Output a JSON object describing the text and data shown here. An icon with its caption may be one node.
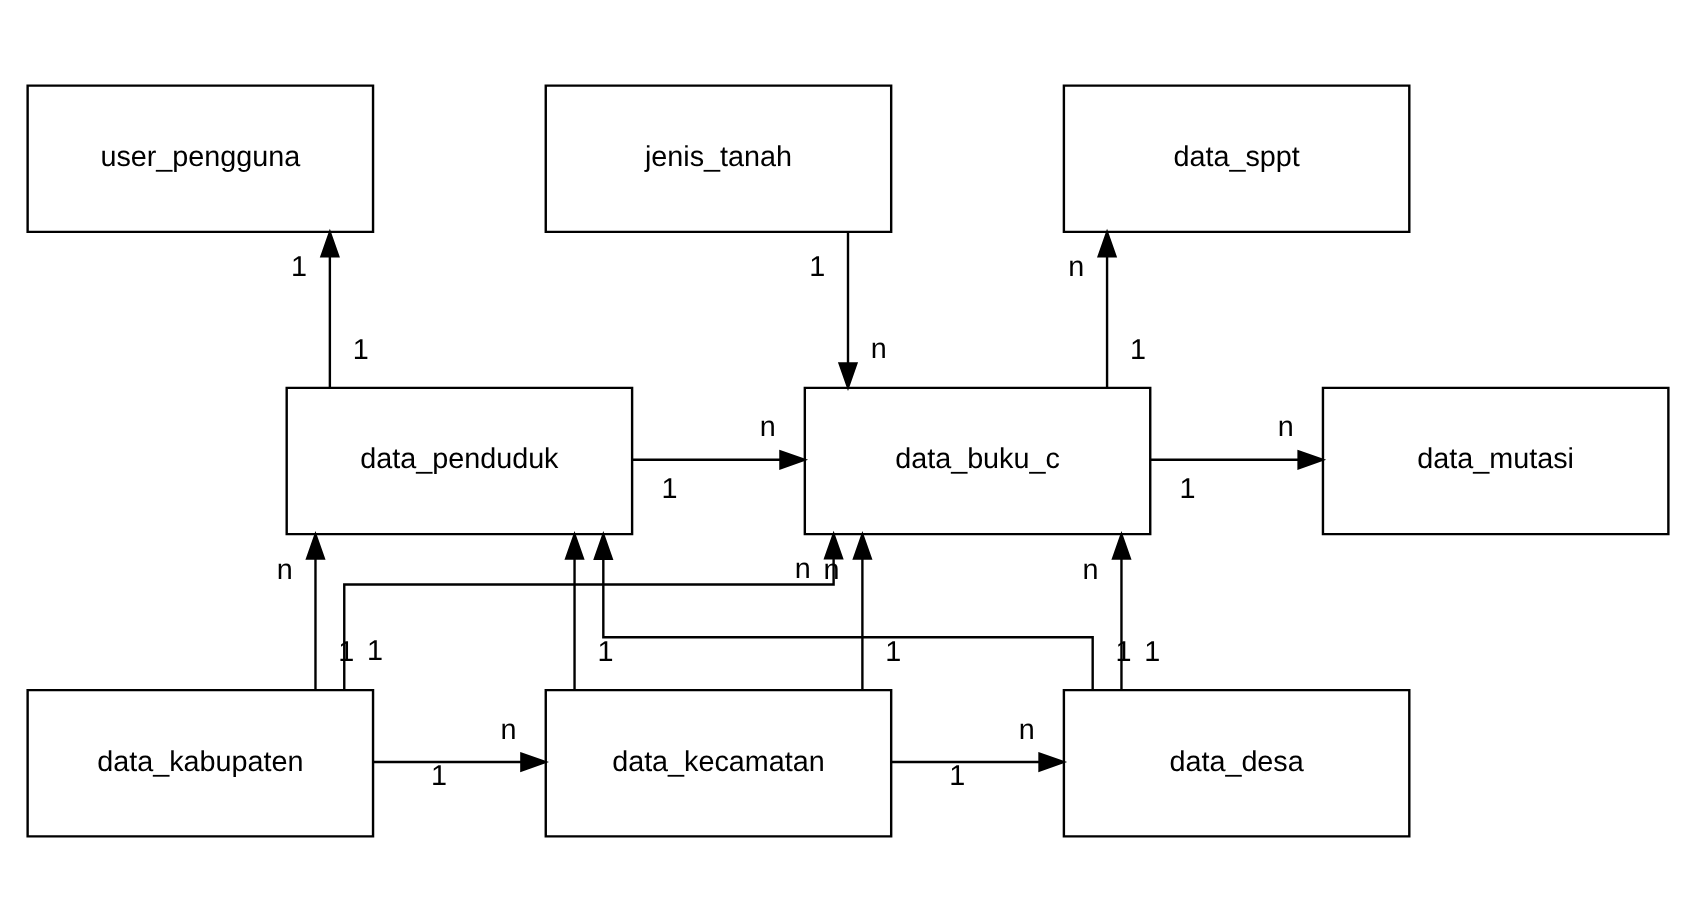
{
  "diagram": {
    "nodes": [
      {
        "text": [
          "user_pengguna"
        ]
      },
      {
        "text": [
          "jenis_tanah"
        ]
      },
      {
        "text": [
          "data_sppt"
        ]
      },
      {
        "text": [
          "data_penduduk"
        ]
      },
      {
        "text": [
          "data_buku_c"
        ]
      },
      {
        "text": [
          "data_mutasi"
        ]
      },
      {
        "text": [
          "data_kabupaten"
        ]
      },
      {
        "text": [
          "data_kecamatan"
        ]
      },
      {
        "text": [
          "data_desa"
        ]
      }
    ],
    "edges": [
      {
        "from": 3,
        "to": 0,
        "arrow": "to"
      },
      {
        "from": 1,
        "to": 4,
        "arrow": "to"
      },
      {
        "from": 4,
        "to": 2,
        "arrow": "to"
      },
      {
        "from": 3,
        "to": 4,
        "arrow": "to"
      },
      {
        "from": 4,
        "to": 5,
        "arrow": "to"
      },
      {
        "from": 6,
        "to": 3,
        "arrow": "to"
      },
      {
        "from": 6,
        "to": 4,
        "arrow": "to"
      },
      {
        "from": 6,
        "to": 7,
        "arrow": "to",
        "label": "1"
      },
      {
        "from": 7,
        "to": 3,
        "arrow": "to"
      },
      {
        "from": 7,
        "to": 4,
        "arrow": "to"
      },
      {
        "from": 7,
        "to": 8,
        "arrow": "to",
        "label": "1"
      },
      {
        "from": 8,
        "to": 4,
        "arrow": "to"
      },
      {
        "from": 8,
        "to": 3,
        "arrow": "to"
      }
    ],
    "labels": [
      "n",
      "1",
      "1",
      "1",
      "n",
      "1",
      "1",
      "n",
      "1",
      "n",
      "n",
      "n",
      "n",
      "n",
      "1",
      "1",
      "1",
      "1",
      "1",
      "1",
      "n",
      "n"
    ]
  }
}
